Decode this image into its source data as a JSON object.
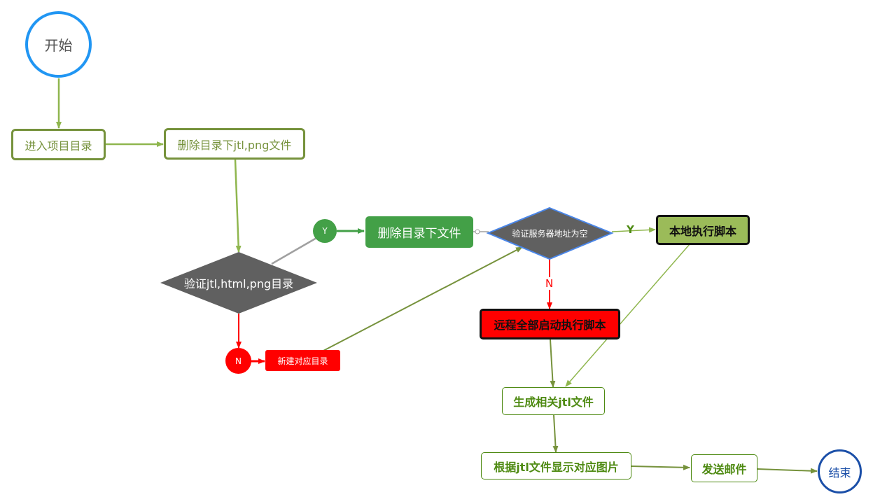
{
  "colors": {
    "blue": "#2196f3",
    "dark_blue": "#1b4fa8",
    "olive": "#76923c",
    "light_green": "#8fb64e",
    "green_fill": "#43a047",
    "gray_diamond": "#606060",
    "red": "#ff0000",
    "local_fill": "#9bbb59",
    "dark_text_green": "#4e8a12"
  },
  "nodes": {
    "start": "开始",
    "enter_dir": "进入项目目录",
    "delete_jtl_png": "删除目录下jtl,png文件",
    "verify_dirs": "验证jtl,html,png目录",
    "yes_badge_1": "Y",
    "no_badge_1": "N",
    "delete_dir_files": "删除目录下文件",
    "create_dirs": "新建对应目录",
    "verify_server": "验证服务器地址为空",
    "local_exec": "本地执行脚本",
    "remote_exec": "远程全部启动执行脚本",
    "gen_jtl": "生成相关jtl文件",
    "show_images": "根据jtl文件显示对应图片",
    "send_mail": "发送邮件",
    "end": "结束"
  },
  "edge_labels": {
    "yes_server": "Y",
    "no_server": "N"
  }
}
